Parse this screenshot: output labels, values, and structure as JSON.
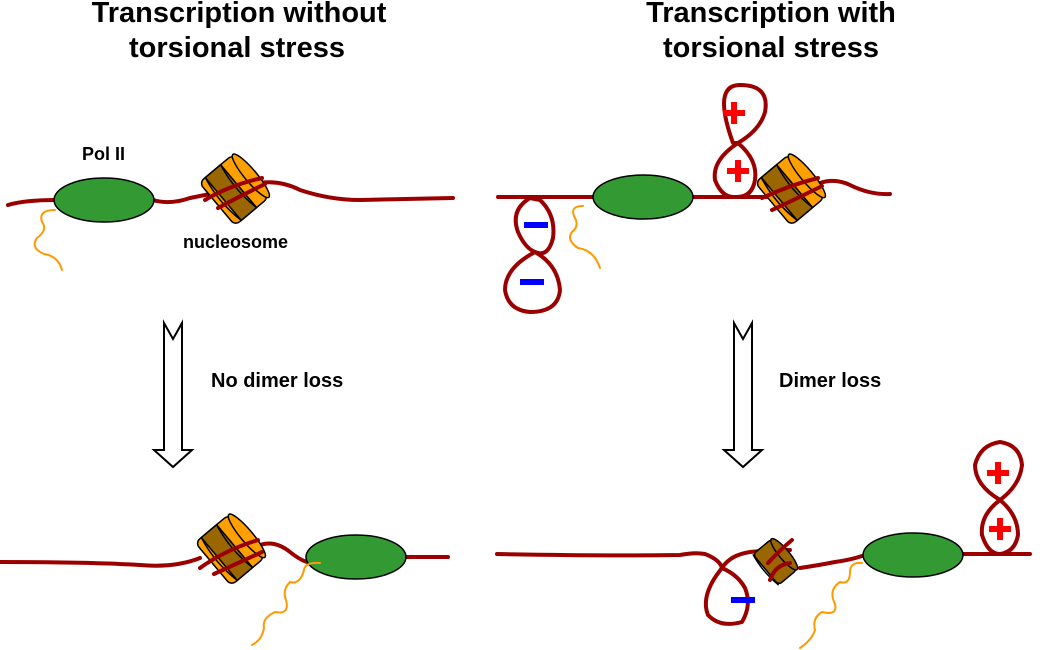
{
  "figure": {
    "left_panel": {
      "title_line1": "Transcription without",
      "title_line2": "torsional stress",
      "pol_label": "Pol II",
      "nucleosome_label": "nucleosome",
      "transition_label": "No dimer loss"
    },
    "right_panel": {
      "title_line1": "Transcription with",
      "title_line2": "torsional stress",
      "transition_label": "Dimer loss"
    },
    "supercoil_symbols": {
      "positive": "+",
      "negative": "−"
    },
    "colors": {
      "dna": "#9a0000",
      "rna": "#ff9900",
      "pol_ii": "#339933",
      "nucleosome_outer": "#ffa000",
      "nucleosome_core": "#996600",
      "positive_supercoil": "#ff0000",
      "negative_supercoil": "#0000ff"
    }
  }
}
